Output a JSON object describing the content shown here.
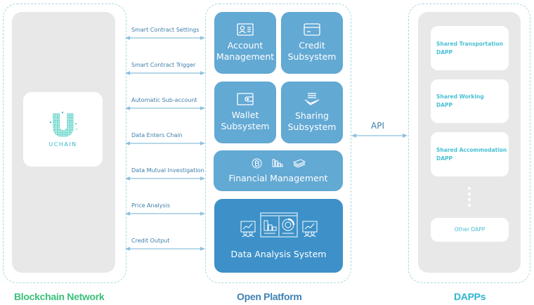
{
  "columns": {
    "blockchain": {
      "title": "Blockchain Network",
      "logo_text": "UCHAIN",
      "title_color": "#3cbf7a"
    },
    "platform": {
      "title": "Open Platform",
      "title_color": "#3e82b4",
      "modules": [
        {
          "label_1": "Account",
          "label_2": "Management",
          "icon": "id-card-icon"
        },
        {
          "label_1": "Credit",
          "label_2": "Subsystem",
          "icon": "credit-card-icon"
        },
        {
          "label_1": "Wallet",
          "label_2": "Subsystem",
          "icon": "wallet-icon"
        },
        {
          "label_1": "Sharing",
          "label_2": "Subsystem",
          "icon": "hand-stack-icon"
        },
        {
          "label_1": "Financial Management",
          "icons": [
            "bitcoin-icon",
            "coin-stack-icon",
            "cash-stack-icon"
          ]
        },
        {
          "label_1": "Data Analysis System",
          "icons": [
            "presentation-chart-icon",
            "dashboard-icon",
            "presentation-chart-icon"
          ]
        }
      ]
    },
    "dapps": {
      "title": "DAPPs",
      "title_color": "#2fb5cf",
      "items": [
        {
          "line_1": "Shared Transportation",
          "line_2": "DAPP"
        },
        {
          "line_1": "Shared Working",
          "line_2": "DAPP"
        },
        {
          "line_1": "Shared Accommodation",
          "line_2": "DAPP"
        },
        {
          "line_1": "Other DAPP"
        }
      ]
    }
  },
  "links": [
    "Smart Contract Settings",
    "Smart Contract Trigger",
    "Automatic Sub-account",
    "Data Enters Chain",
    "Data Mutual Investigation",
    "Price Analysis",
    "Credit Output"
  ],
  "api_label": "API",
  "colors": {
    "tile": "#62a9d4",
    "tile_dark": "#3d91c8",
    "link_text": "#3d7fa9",
    "arrow": "#8ec0dc",
    "dashed_border": "#a9d8de",
    "panel_gray": "#e8e8e8"
  }
}
